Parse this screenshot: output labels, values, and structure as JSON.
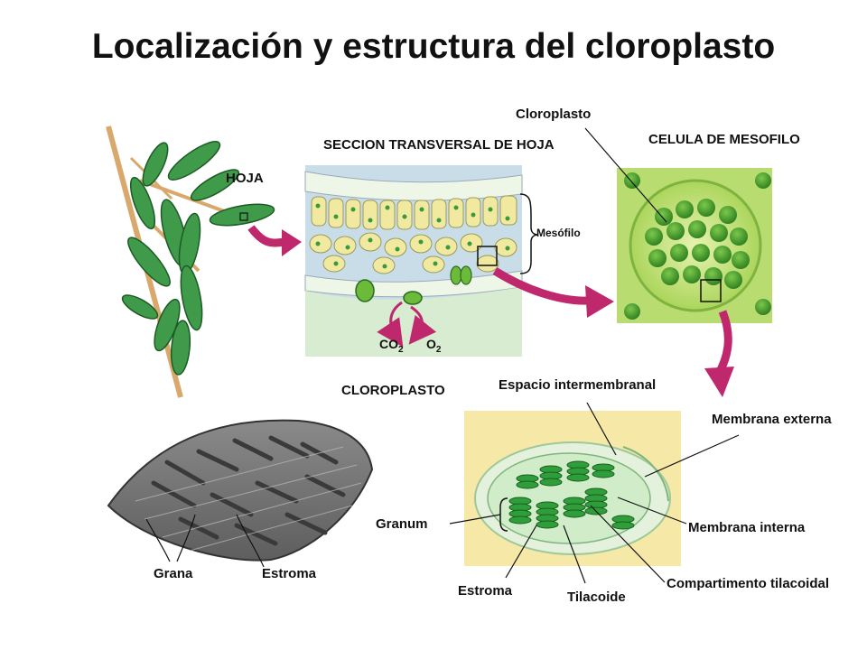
{
  "title": "Localización y estructura del cloroplasto",
  "labels": {
    "hoja": "HOJA",
    "seccion": "SECCION TRANSVERSAL DE HOJA",
    "mesofilo": "Mesófilo",
    "cloroplasto_top": "Cloroplasto",
    "celula": "CELULA DE MESOFILO",
    "co2": "CO",
    "o2": "O",
    "sub2": "2",
    "cloroplasto": "CLOROPLASTO",
    "espacio": "Espacio intermembranal",
    "membrana_externa": "Membrana externa",
    "membrana_interna": "Membrana interna",
    "granum": "Granum",
    "estroma_right": "Estroma",
    "tilacoide": "Tilacoide",
    "compartimento": "Compartimento tilacoidal",
    "grana": "Grana",
    "estroma_left": "Estroma"
  },
  "colors": {
    "arrow": "#c0286e",
    "leaf": "#3f9a4a",
    "stem": "#d9a86c",
    "mesophyll_bg": "#c9dde8",
    "chloroplast_green": "#2f9e3a",
    "cell_bg": "#c6e27a",
    "diagram_bg": "#f6e9a8"
  }
}
